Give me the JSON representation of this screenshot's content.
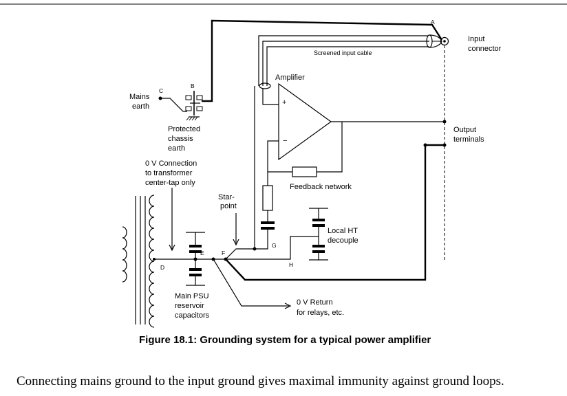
{
  "figure": {
    "caption": "Figure 18.1:  Grounding system for a typical power amplifier",
    "labels": {
      "input_connector_1": "Input",
      "input_connector_2": "connector",
      "screened_cable": "Screened input cable",
      "amplifier": "Amplifier",
      "mains_earth_1": "Mains",
      "mains_earth_2": "earth",
      "protected_1": "Protected",
      "protected_2": "chassis",
      "protected_3": "earth",
      "output_terminals_1": "Output",
      "output_terminals_2": "terminals",
      "zero_v_1": "0 V Connection",
      "zero_v_2": "to transformer",
      "zero_v_3": "center-tap only",
      "feedback_network": "Feedback network",
      "star_point_1": "Star-",
      "star_point_2": "point",
      "local_ht_1": "Local HT",
      "local_ht_2": "decouple",
      "main_psu_1": "Main PSU",
      "main_psu_2": "reservoir",
      "main_psu_3": "capacitors",
      "return_1": "0 V Return",
      "return_2": "for relays, etc.",
      "plus_sign": "+",
      "minus_sign": "−"
    },
    "node_tags": {
      "a": "A",
      "b": "B",
      "c": "C",
      "d": "D",
      "e": "E",
      "f": "F",
      "g": "G",
      "h": "H"
    }
  },
  "body_text": "Connecting mains ground to the input ground gives maximal immunity against ground loops."
}
